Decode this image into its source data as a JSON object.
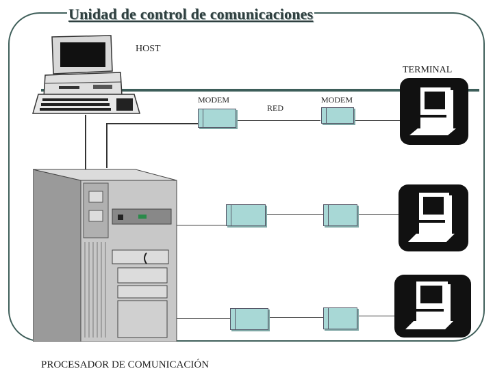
{
  "diagram": {
    "title": "Unidad de control  de comunicaciones",
    "host_label": "HOST",
    "terminal_label": "TERMINAL",
    "modem_label_left": "MODEM",
    "modem_label_right": "MODEM",
    "network_label": "RED",
    "processor_label": "PROCESADOR DE COMUNICACIÓN"
  },
  "icons": [
    "desktop-computer-icon",
    "keyboard-icon",
    "server-tower-icon",
    "terminal-workstation-icon",
    "modem-icon"
  ],
  "colors": {
    "frame": "#3f5f5a",
    "bus": "#3d5e5a",
    "modem_fill": "#a8d8d6",
    "tower": "#c8c8c8",
    "terminal_bg": "#111111"
  }
}
